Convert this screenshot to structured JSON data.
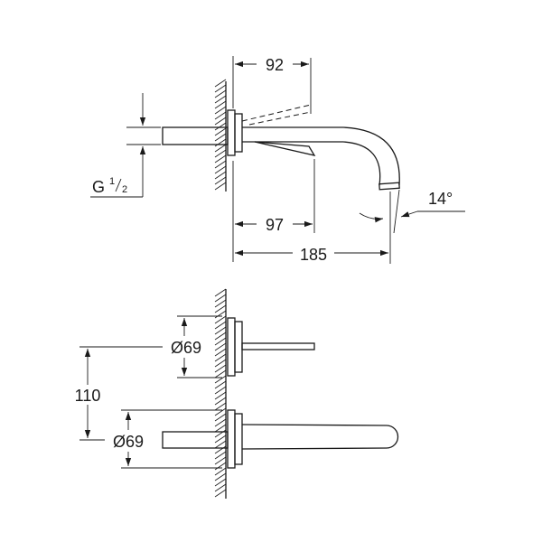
{
  "side_view": {
    "dim_projection": "92",
    "dim_spout_to_bend": "97",
    "dim_total": "185",
    "angle": "14°",
    "thread_label": "G",
    "thread_num": "1",
    "thread_den": "2"
  },
  "front_view": {
    "dim_rosette_top": "Ø69",
    "dim_spacing": "110",
    "dim_rosette_bottom": "Ø69"
  }
}
